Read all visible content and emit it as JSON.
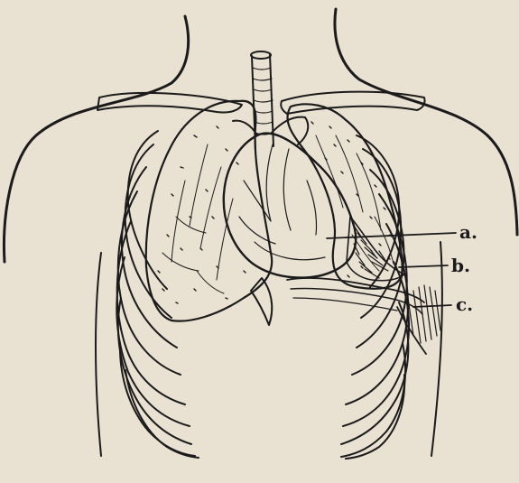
{
  "labels": {
    "a": "a.",
    "b": "b.",
    "c": "c."
  },
  "colors": {
    "paper": "#e9e1d2",
    "ink": "#1b1b1b"
  }
}
